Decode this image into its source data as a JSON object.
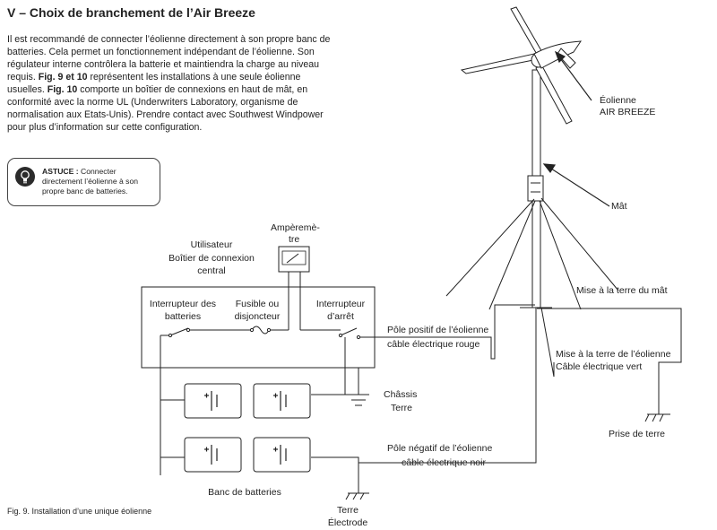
{
  "title": "V – Choix de branchement de l’Air Breeze",
  "paragraph": {
    "p1": "Il est recommandé de connecter l’éolienne directement à son propre banc de batteries. Cela permet un fonctionnement indépendant de l’éolienne. Son régulateur interne contrôlera la batterie et maintiendra la charge au niveau requis. ",
    "ref1": "Fig. 9 et 10",
    "p2": " représentent les installations à une seule éolienne usuelles. ",
    "ref2": "Fig. 10",
    "p3": " comporte un boîtier de connexions en haut de mât, en conformité avec la norme UL (Underwriters Laboratory, organisme de normalisation aux Etats-Unis). Prendre contact avec Southwest Windpower pour plus d’information sur cette configuration."
  },
  "tip": {
    "label": "ASTUCE :",
    "text": " Connecter directement l’éolienne à son propre banc de batteries."
  },
  "caption": "Fig. 9. Installation d’une unique éolienne",
  "labels": {
    "eolienne_1": "Éolienne",
    "eolienne_2": "AIR BREEZE",
    "mat": "Mât",
    "amperemetre_1": "Ampèremè-",
    "amperemetre_2": "tre",
    "utilisateur_1": "Utilisateur",
    "utilisateur_2": "Boîtier de connexion",
    "utilisateur_3": "central",
    "interrupteur_batteries_1": "Interrupteur des",
    "interrupteur_batteries_2": "batteries",
    "fusible_1": "Fusible ou",
    "fusible_2": "disjoncteur",
    "interrupteur_arret_1": "Interrupteur",
    "interrupteur_arret_2": "d’arrêt",
    "pole_positif_1": "Pôle positif de l’éolienne",
    "pole_positif_2": "câble électrique rouge",
    "terre_mat": "Mise à la terre du mât",
    "terre_eolienne_1": "Mise à la terre de l’éolienne",
    "terre_eolienne_2": "Câble électrique vert",
    "chassis_1": "Châssis",
    "chassis_2": "Terre",
    "prise_terre": "Prise de terre",
    "pole_negatif_1": "Pôle négatif de l’éolienne",
    "pole_negatif_2": "câble électrique noir",
    "banc_batteries": "Banc de batteries",
    "terre_electrode_1": "Terre",
    "terre_electrode_2": "Électrode"
  }
}
